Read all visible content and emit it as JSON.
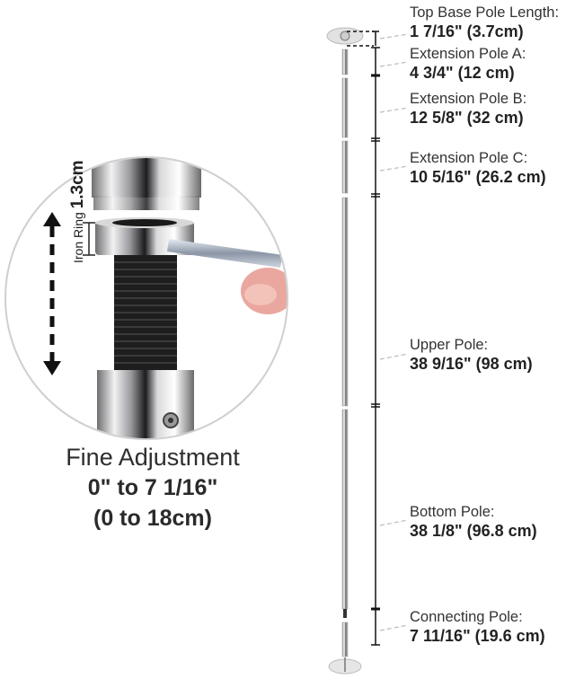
{
  "detail_view": {
    "iron_ring_label": "Iron Ring",
    "iron_ring_size": "1.3cm",
    "arrow": "double-headed-dashed-arrow"
  },
  "fine_adjustment": {
    "title": "Fine Adjustment",
    "range_in": "0\" to 7  1/16\"",
    "range_cm": "(0 to 18cm)"
  },
  "segments": [
    {
      "title": "Top Base Pole Length:",
      "value": "1 7/16\" (3.7cm)"
    },
    {
      "title": "Extension Pole A:",
      "value": "4 3/4\" (12 cm)"
    },
    {
      "title": "Extension Pole B:",
      "value": "12 5/8\" (32 cm)"
    },
    {
      "title": "Extension Pole C:",
      "value": "10 5/16\" (26.2 cm)"
    },
    {
      "title": "Upper Pole:",
      "value": "38 9/16\" (98 cm)"
    },
    {
      "title": "Bottom Pole:",
      "value": "38 1/8\" (96.8 cm)"
    },
    {
      "title": "Connecting Pole:",
      "value": "7 11/16\" (19.6 cm)"
    }
  ]
}
